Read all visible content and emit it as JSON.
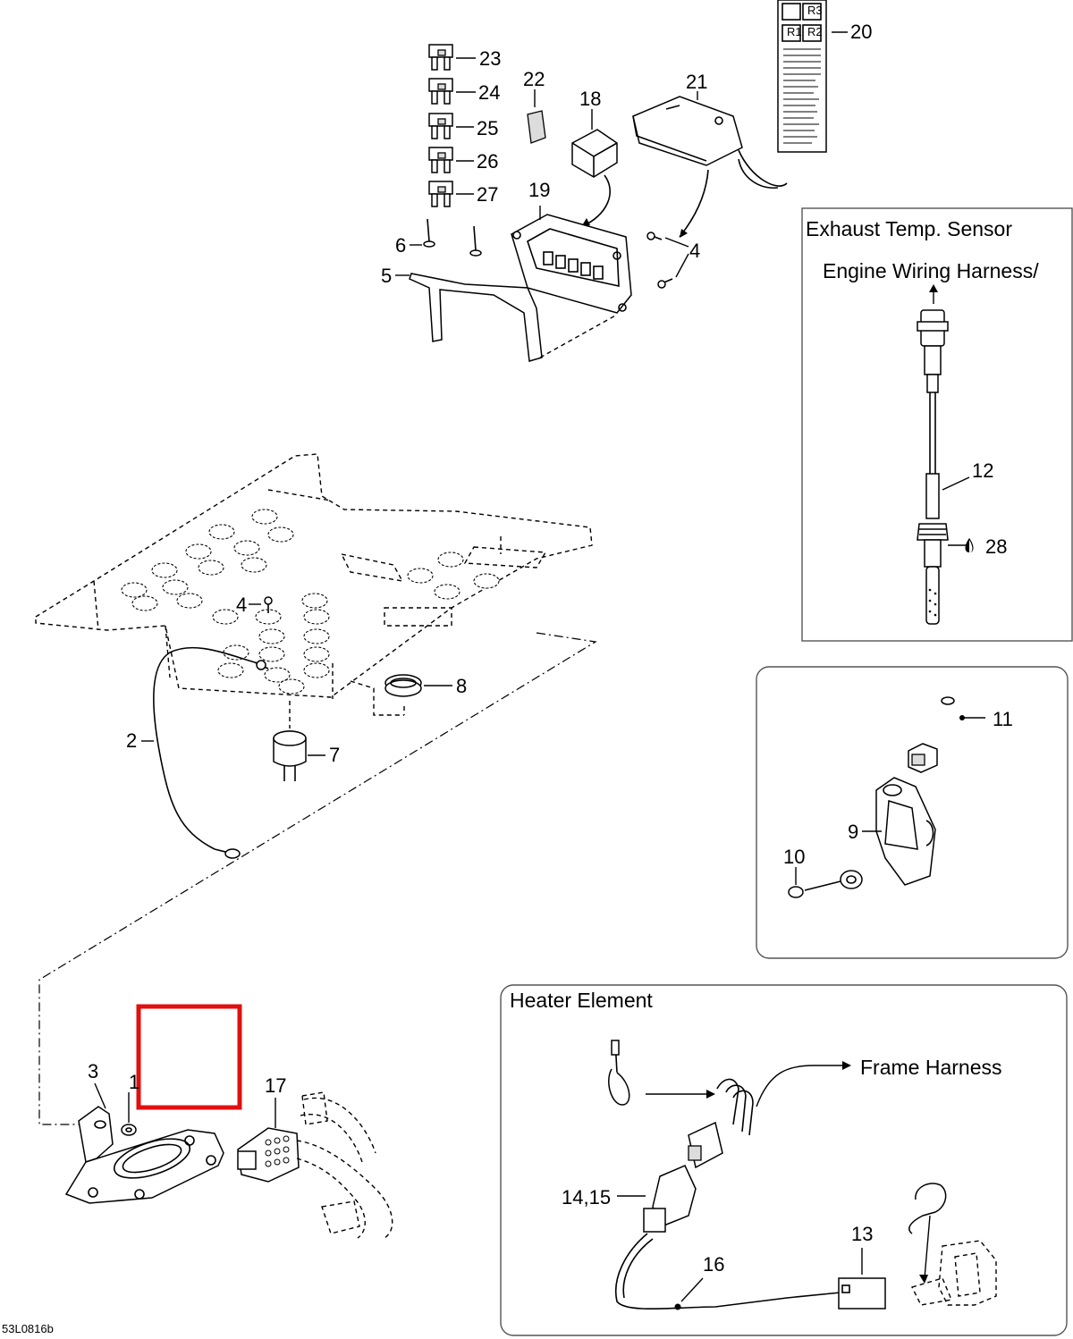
{
  "diagram_code": "53L0816b",
  "callouts": {
    "c1": "1",
    "c2": "2",
    "c3": "3",
    "c4a": "4",
    "c4b": "4",
    "c5": "5",
    "c6": "6",
    "c7": "7",
    "c8": "8",
    "c9": "9",
    "c10": "10",
    "c11": "11",
    "c12": "12",
    "c13": "13",
    "c14_15": "14,15",
    "c16": "16",
    "c17": "17",
    "c18": "18",
    "c19": "19",
    "c20": "20",
    "c21": "21",
    "c22": "22",
    "c23": "23",
    "c24": "24",
    "c25": "25",
    "c26": "26",
    "c27": "27",
    "c28": "28"
  },
  "exhaust_box": {
    "title": "Exhaust Temp. Sensor",
    "note": "Engine Wiring Harness/"
  },
  "heater_box": {
    "title": "Heater Element",
    "note": "Frame Harness"
  },
  "fuse_panel_labels": {
    "r1": "R1",
    "r2": "R2",
    "r3": "R3"
  },
  "highlight_color": "#e01010"
}
